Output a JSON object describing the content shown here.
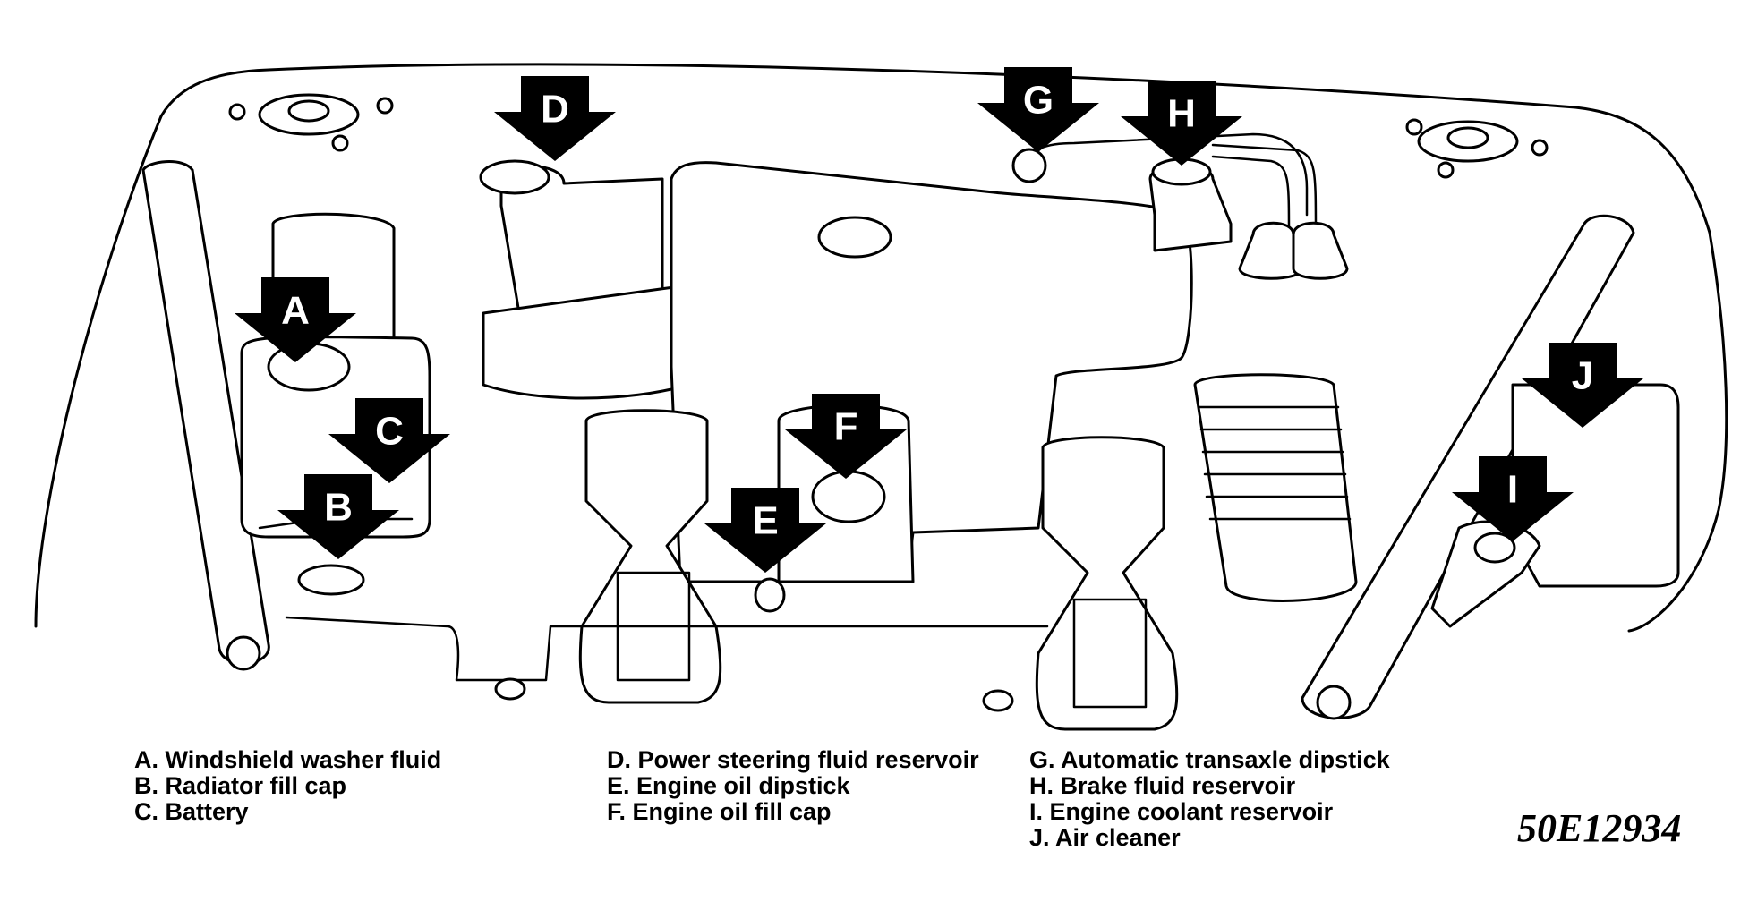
{
  "diagram": {
    "markers": [
      {
        "letter": "A"
      },
      {
        "letter": "B"
      },
      {
        "letter": "C"
      },
      {
        "letter": "D"
      },
      {
        "letter": "E"
      },
      {
        "letter": "F"
      },
      {
        "letter": "G"
      },
      {
        "letter": "H"
      },
      {
        "letter": "I"
      },
      {
        "letter": "J"
      }
    ]
  },
  "legend": {
    "col1": [
      "A. Windshield washer fluid",
      "B. Radiator fill cap",
      "C. Battery"
    ],
    "col2": [
      "D. Power steering fluid reservoir",
      "E. Engine oil dipstick",
      "F. Engine oil fill cap"
    ],
    "col3": [
      "G. Automatic transaxle dipstick",
      "H. Brake fluid reservoir",
      "I. Engine coolant reservoir",
      "J. Air cleaner"
    ]
  },
  "figure_code": "50E12934"
}
